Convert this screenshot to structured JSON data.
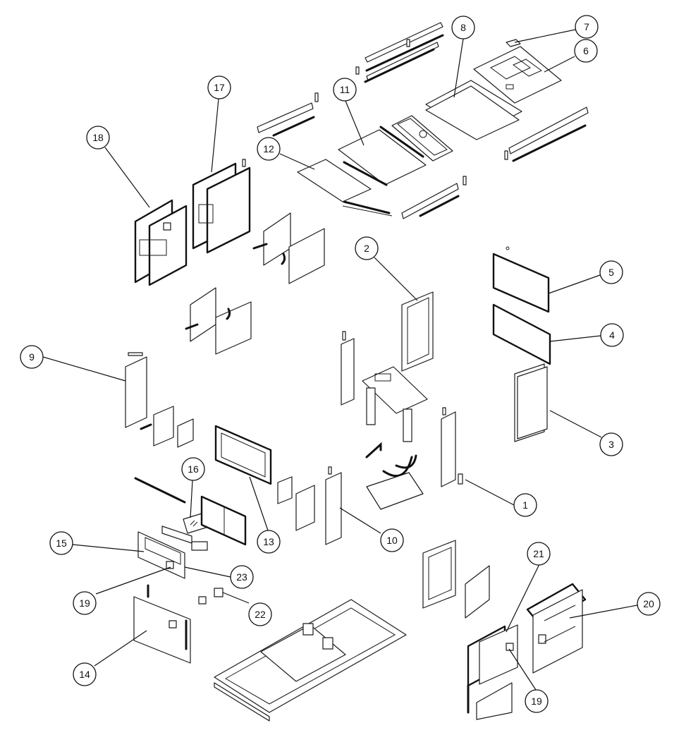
{
  "callouts": [
    {
      "id": "c1",
      "label": "1"
    },
    {
      "id": "c2",
      "label": "2"
    },
    {
      "id": "c3",
      "label": "3"
    },
    {
      "id": "c4",
      "label": "4"
    },
    {
      "id": "c5",
      "label": "5"
    },
    {
      "id": "c6",
      "label": "6"
    },
    {
      "id": "c7",
      "label": "7"
    },
    {
      "id": "c8",
      "label": "8"
    },
    {
      "id": "c9",
      "label": "9"
    },
    {
      "id": "c10",
      "label": "10"
    },
    {
      "id": "c11",
      "label": "11"
    },
    {
      "id": "c12",
      "label": "12"
    },
    {
      "id": "c13",
      "label": "13"
    },
    {
      "id": "c14",
      "label": "14"
    },
    {
      "id": "c15",
      "label": "15"
    },
    {
      "id": "c16",
      "label": "16"
    },
    {
      "id": "c17",
      "label": "17"
    },
    {
      "id": "c18",
      "label": "18"
    },
    {
      "id": "c19a",
      "label": "19"
    },
    {
      "id": "c19b",
      "label": "19"
    },
    {
      "id": "c20",
      "label": "20"
    },
    {
      "id": "c21",
      "label": "21"
    },
    {
      "id": "c22",
      "label": "22"
    },
    {
      "id": "c23",
      "label": "23"
    }
  ],
  "colors": {
    "line": "#111111",
    "background": "#ffffff"
  }
}
